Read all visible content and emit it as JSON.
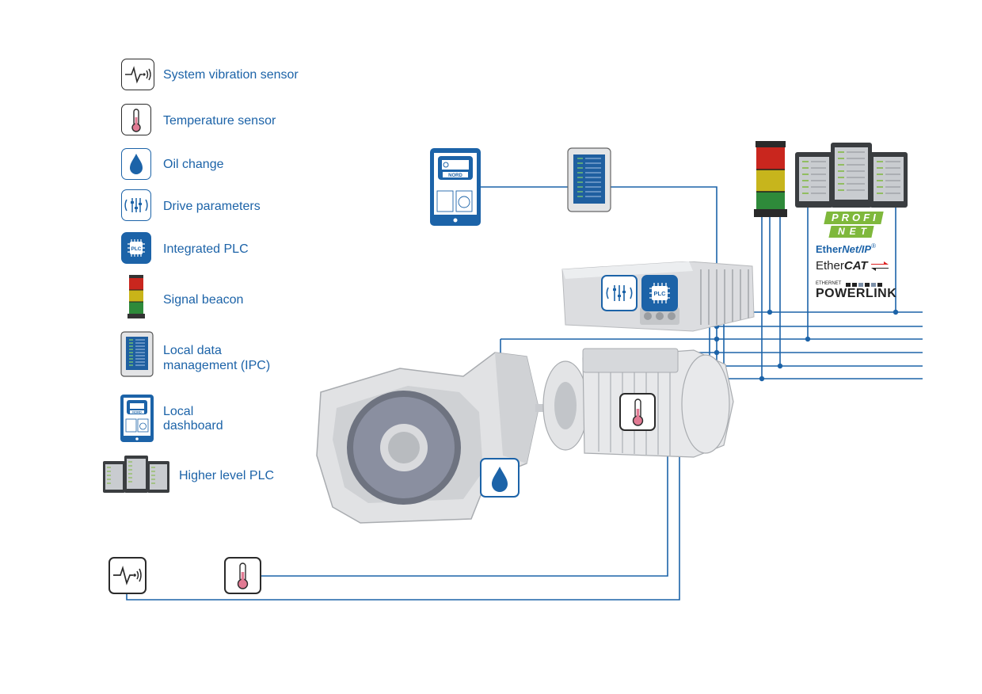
{
  "legend": [
    {
      "id": "vibration",
      "label": "System vibration sensor",
      "icon": "vibration-sensor-icon"
    },
    {
      "id": "temperature",
      "label": "Temperature sensor",
      "icon": "thermometer-icon"
    },
    {
      "id": "oil",
      "label": "Oil change",
      "icon": "oil-drop-icon"
    },
    {
      "id": "drive",
      "label": "Drive parameters",
      "icon": "drive-parameters-icon"
    },
    {
      "id": "plc",
      "label": "Integrated PLC",
      "icon": "plc-chip-icon"
    },
    {
      "id": "beacon",
      "label": "Signal beacon",
      "icon": "signal-beacon-icon"
    },
    {
      "id": "ipc",
      "label_line1": "Local data",
      "label_line2": "management (IPC)",
      "icon": "ipc-icon"
    },
    {
      "id": "dashboard",
      "label_line1": "Local",
      "label_line2": "dashboard",
      "icon": "tablet-dashboard-icon"
    },
    {
      "id": "higher_plc",
      "label": "Higher level PLC",
      "icon": "higher-level-plc-icon"
    }
  ],
  "icon_text": {
    "plc": "PLC",
    "nord": "NORD"
  },
  "protocols": {
    "profinet_line1": "PROFI",
    "profinet_line2": "NET",
    "ethernetip_a": "Ether",
    "ethernetip_b": "Net/IP",
    "ethercat_a": "Ether",
    "ethercat_b": "CAT",
    "powerlink_small": "ETHERNET",
    "powerlink": "POWERLINK"
  },
  "colors": {
    "line": "#1c63a8",
    "label": "#1c63a8",
    "profinet": "#7fb83c",
    "housing": "#d8dadd"
  }
}
